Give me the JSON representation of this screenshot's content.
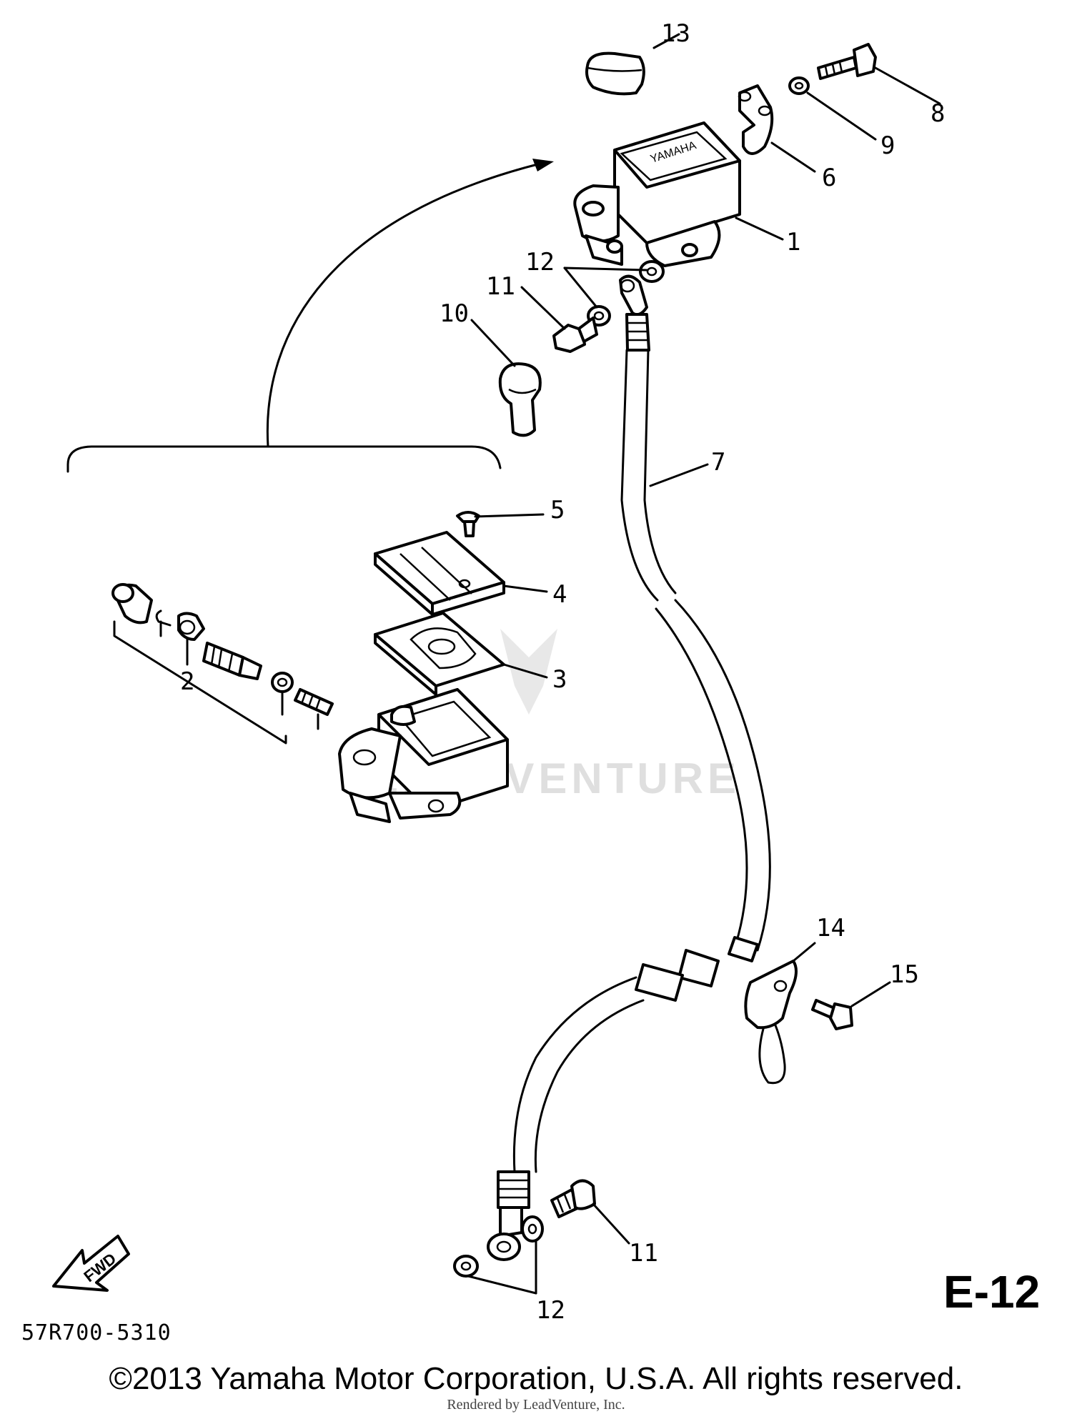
{
  "diagram": {
    "callouts": [
      "1",
      "2",
      "3",
      "4",
      "5",
      "6",
      "7",
      "8",
      "9",
      "10",
      "11",
      "11",
      "12",
      "12",
      "13",
      "14",
      "15"
    ],
    "page_code": "E-12",
    "part_number": "57R700-5310",
    "fwd_label": "FWD",
    "watermark": "LEADVENTURE"
  },
  "footer": {
    "copyright": "©2013 Yamaha Motor Corporation, U.S.A. All rights reserved.",
    "rendered_by": "Rendered by LeadVenture, Inc."
  }
}
